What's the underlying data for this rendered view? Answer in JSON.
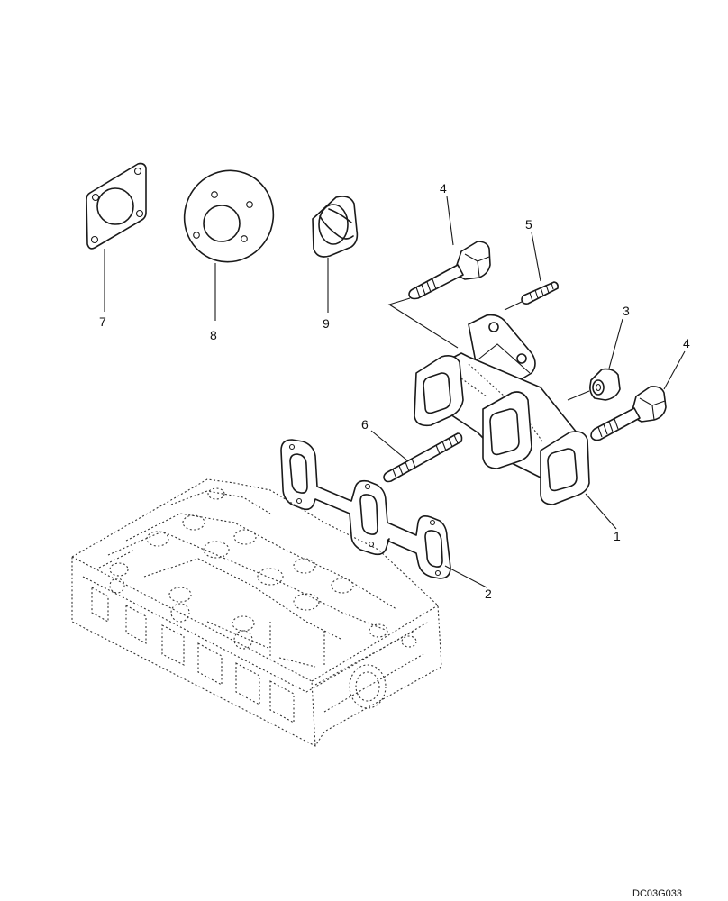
{
  "callouts": {
    "c1": "1",
    "c2": "2",
    "c3": "3",
    "c4a": "4",
    "c4b": "4",
    "c5": "5",
    "c6": "6",
    "c7": "7",
    "c8": "8",
    "c9": "9"
  },
  "drawing_code": "DC03G033"
}
